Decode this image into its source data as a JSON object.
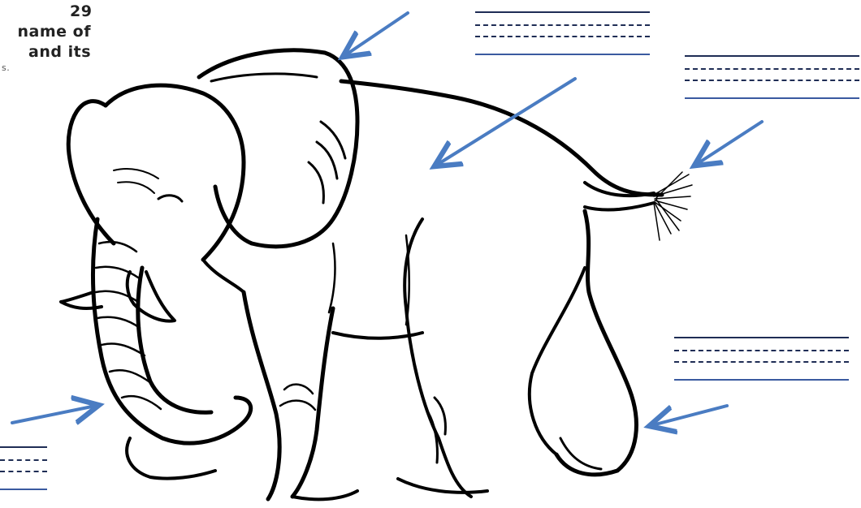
{
  "worksheet": {
    "instructions": {
      "number": "29",
      "line1": "name of",
      "line2": "and its",
      "line3": "s."
    }
  },
  "colors": {
    "arrow": "#4a7cc2",
    "outline": "#000000",
    "rule_dark": "#1f2d55",
    "rule_light": "#3a5aa0"
  },
  "labels": {
    "ear_blank": "",
    "body_blank": "",
    "tail_blank": "",
    "trunk_blank": "",
    "leg_blank": ""
  }
}
